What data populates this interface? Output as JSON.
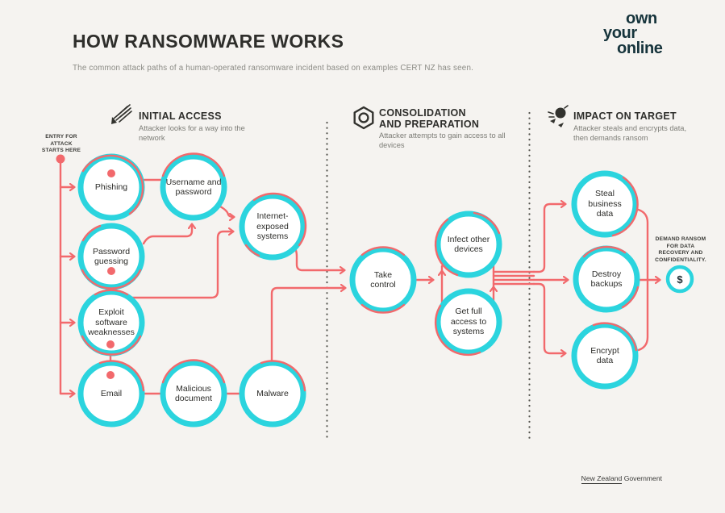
{
  "header": {
    "title": "HOW RANSOMWARE WORKS",
    "subtitle": "The common attack paths of a human-operated ransomware incident based on examples CERT NZ has seen."
  },
  "logo": {
    "line1": "own",
    "line2": "your",
    "line3": "online"
  },
  "sections": [
    {
      "icon": "initial-access-icon",
      "title": "INITIAL ACCESS",
      "desc": "Attacker looks for a way into the network"
    },
    {
      "icon": "consolidation-icon",
      "title": "CONSOLIDATION\nAND PREPARATION",
      "desc": "Attacker attempts to gain access to all devices"
    },
    {
      "icon": "impact-icon",
      "title": "IMPACT ON TARGET",
      "desc": "Attacker steals and encrypts data, then demands ransom"
    }
  ],
  "entry": {
    "label": "ENTRY FOR\nATTACK\nSTARTS HERE"
  },
  "ransom": {
    "label": "DEMAND RANSOM\nFOR DATA\nRECOVERY AND\nCONFIDENTIALITY.",
    "symbol": "$"
  },
  "nodes": [
    {
      "id": "phishing",
      "label": "Phishing"
    },
    {
      "id": "username-password",
      "label": "Username and password"
    },
    {
      "id": "password-guessing",
      "label": "Password guessing"
    },
    {
      "id": "internet-exposed",
      "label": "Internet-exposed systems"
    },
    {
      "id": "exploit-software",
      "label": "Exploit software weaknesses"
    },
    {
      "id": "email",
      "label": "Email"
    },
    {
      "id": "malicious-document",
      "label": "Malicious document"
    },
    {
      "id": "malware",
      "label": "Malware"
    },
    {
      "id": "take-control",
      "label": "Take control"
    },
    {
      "id": "infect-other-devices",
      "label": "Infect other devices"
    },
    {
      "id": "get-full-access",
      "label": "Get full access to systems"
    },
    {
      "id": "steal-business-data",
      "label": "Steal business data"
    },
    {
      "id": "destroy-backups",
      "label": "Destroy backups"
    },
    {
      "id": "encrypt-data",
      "label": "Encrypt data"
    }
  ],
  "footer": {
    "govt_part1": "New Zealand",
    "govt_part2": "Government"
  },
  "colors": {
    "background": "#f5f3f0",
    "cyan": "#2bd4de",
    "salmon": "#f2696c",
    "ink": "#32322e",
    "logo_teal": "#16343c"
  }
}
